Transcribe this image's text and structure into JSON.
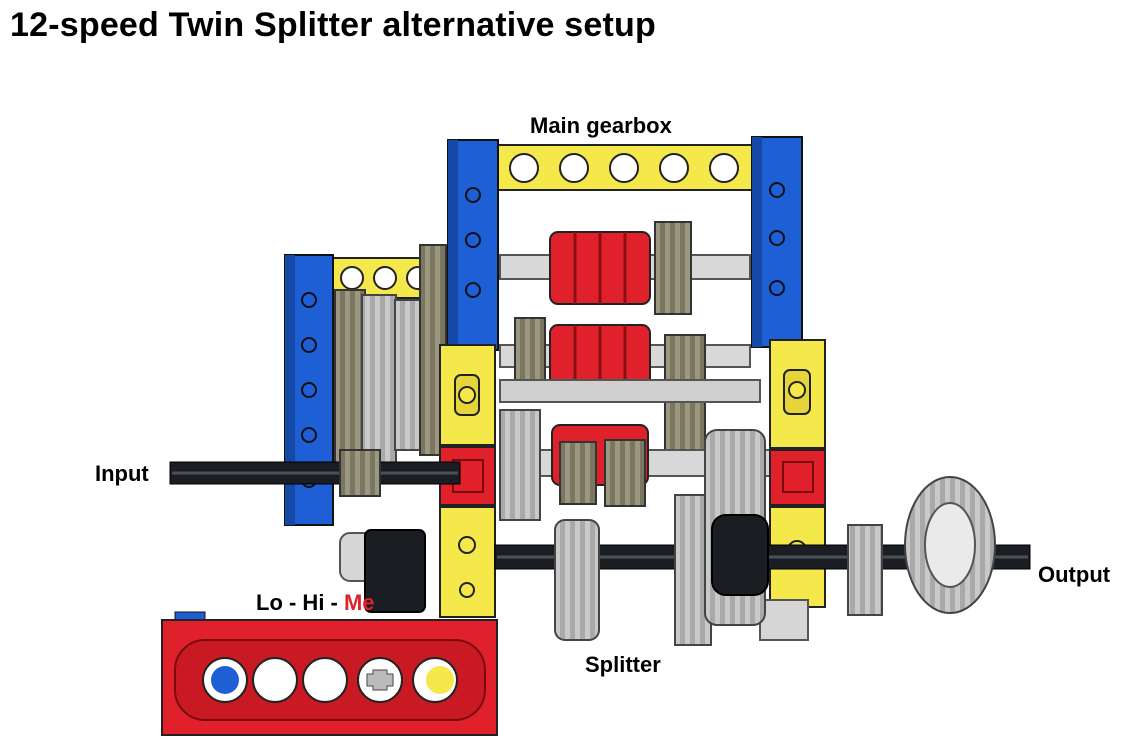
{
  "title": "12-speed Twin Splitter alternative setup",
  "labels": {
    "main_gearbox": "Main gearbox",
    "input": "Input",
    "output": "Output",
    "splitter": "Splitter",
    "mode_lo": "Lo - Hi - ",
    "mode_me": "Me"
  },
  "colors": {
    "beam_blue": "#1e5fd6",
    "beam_yellow": "#f5e84a",
    "brick_red": "#e0202a",
    "gear_gray": "#c8c8c8",
    "dark_gray": "#8a8670",
    "axle_black": "#1a1d22",
    "label_highlight": "#e0202a"
  }
}
